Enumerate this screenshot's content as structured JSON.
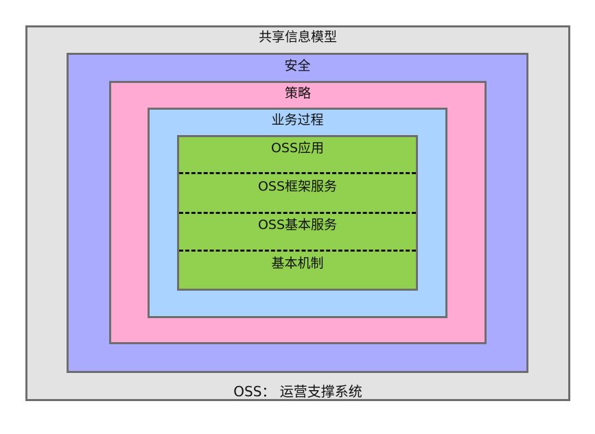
{
  "diagram": {
    "layers": [
      {
        "id": "shared-info-model",
        "label": "共享信息模型",
        "color": "#e3e3e3"
      },
      {
        "id": "security",
        "label": "安全",
        "color": "#aaaaff"
      },
      {
        "id": "policy",
        "label": "策略",
        "color": "#ffaad2"
      },
      {
        "id": "business-process",
        "label": "业务过程",
        "color": "#aad4ff"
      },
      {
        "id": "oss-core",
        "color": "#92d050",
        "sections": [
          {
            "label": "OSS应用"
          },
          {
            "label": "OSS框架服务"
          },
          {
            "label": "OSS基本服务"
          },
          {
            "label": "基本机制"
          }
        ]
      }
    ],
    "footer_label": "OSS： 运营支撑系统",
    "border_color": "#6e6e6e"
  }
}
